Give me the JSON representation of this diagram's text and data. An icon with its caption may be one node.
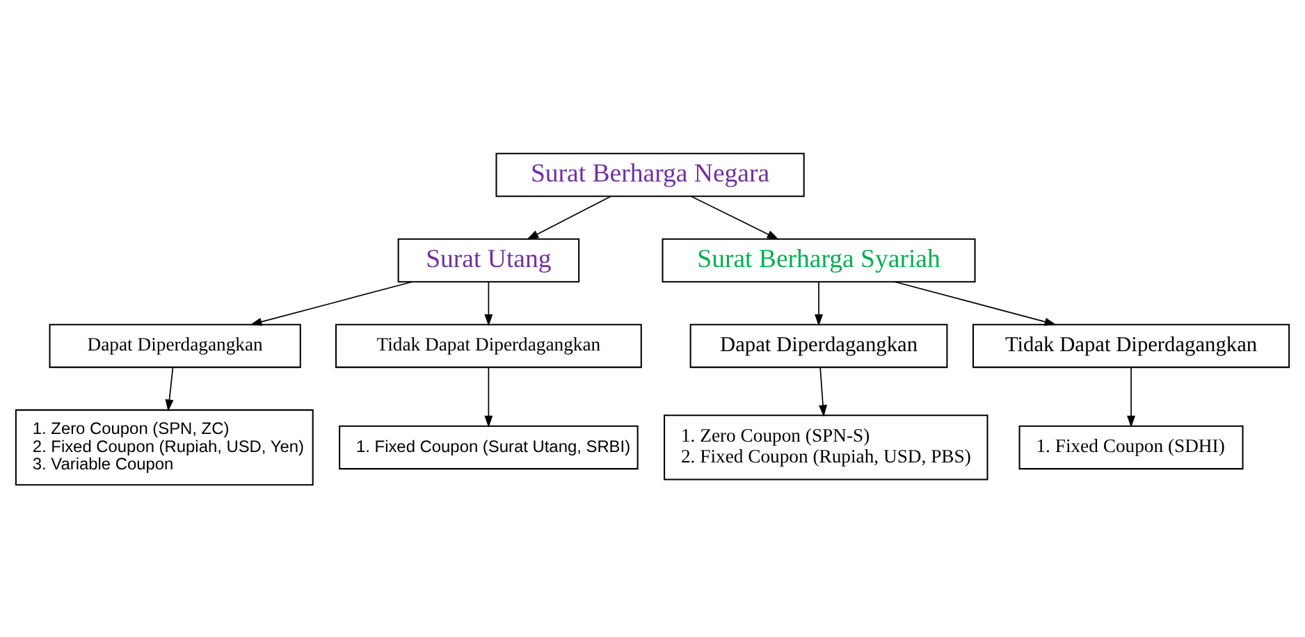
{
  "diagram": {
    "nodes": [
      {
        "text": [
          "Surat Berharga Negara"
        ]
      },
      {
        "text": [
          "Surat Utang"
        ]
      },
      {
        "text": [
          "Surat Berharga Syariah"
        ]
      },
      {
        "text": [
          "Dapat Diperdagangkan"
        ]
      },
      {
        "text": [
          "Tidak Dapat Diperdagangkan"
        ]
      },
      {
        "text": [
          "Dapat Diperdagangkan"
        ]
      },
      {
        "text": [
          "Tidak Dapat Diperdagangkan"
        ]
      },
      {
        "text": [
          "1. Zero Coupon (SPN, ZC)",
          "2. Fixed Coupon (Rupiah, USD, Yen)",
          "3. Variable Coupon"
        ]
      },
      {
        "text": [
          "1. Fixed Coupon (Surat Utang, SRBI)"
        ]
      },
      {
        "text": [
          "1. Zero Coupon (SPN-S)",
          "2. Fixed Coupon (Rupiah, USD, PBS)"
        ]
      },
      {
        "text": [
          "1. Fixed Coupon (SDHI)"
        ]
      }
    ],
    "edges": [
      {
        "from": 0,
        "to": 1,
        "arrow": "to"
      },
      {
        "from": 0,
        "to": 2,
        "arrow": "to"
      },
      {
        "from": 1,
        "to": 3,
        "arrow": "to"
      },
      {
        "from": 1,
        "to": 4,
        "arrow": "to"
      },
      {
        "from": 2,
        "to": 5,
        "arrow": "to"
      },
      {
        "from": 2,
        "to": 6,
        "arrow": "to"
      },
      {
        "from": 3,
        "to": 7,
        "arrow": "to"
      },
      {
        "from": 4,
        "to": 8,
        "arrow": "to"
      },
      {
        "from": 5,
        "to": 9,
        "arrow": "to"
      },
      {
        "from": 6,
        "to": 10,
        "arrow": "to"
      }
    ]
  }
}
